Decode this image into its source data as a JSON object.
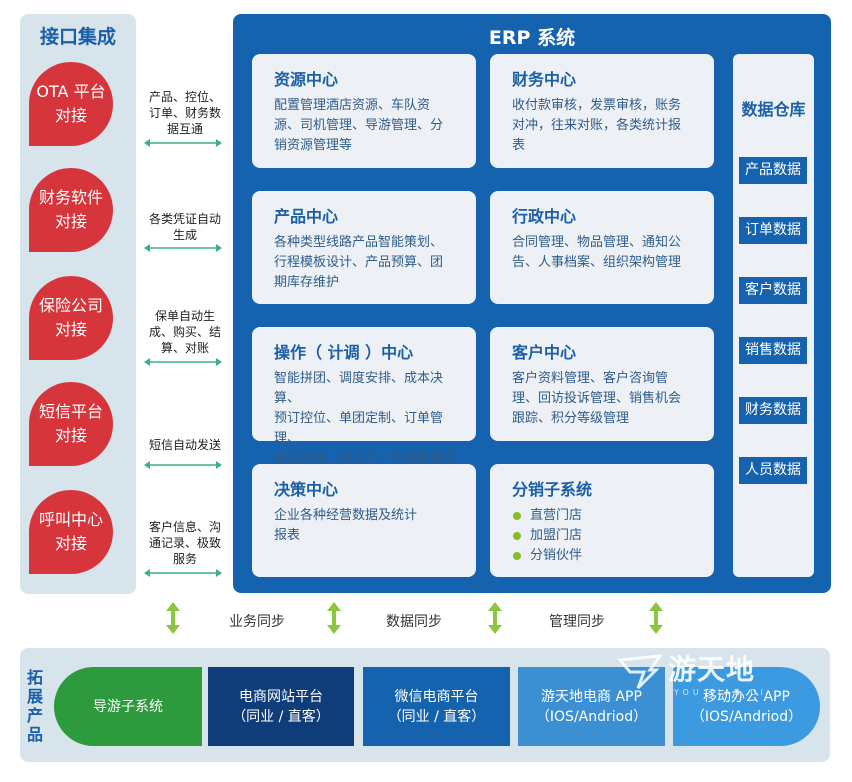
{
  "left_panel": {
    "title": "接口集成",
    "items": [
      {
        "line1": "OTA 平台",
        "line2": "对接"
      },
      {
        "line1": "财务软件",
        "line2": "对接"
      },
      {
        "line1": "保险公司",
        "line2": "对接"
      },
      {
        "line1": "短信平台",
        "line2": "对接"
      },
      {
        "line1": "呼叫中心",
        "line2": "对接"
      }
    ]
  },
  "connectors": [
    {
      "lines": [
        "产品、控位、",
        "订单、财务数",
        "据互通"
      ]
    },
    {
      "lines": [
        "各类凭证自动",
        "生成"
      ]
    },
    {
      "lines": [
        "保单自动生",
        "成、购买、结",
        "算、对账"
      ]
    },
    {
      "lines": [
        "短信自动发送"
      ]
    },
    {
      "lines": [
        "客户信息、沟",
        "通记录、极致",
        "服务"
      ]
    }
  ],
  "erp": {
    "title": "ERP 系统",
    "modules": [
      {
        "title": "资源中心",
        "lines": [
          "配置管理酒店资源、车队资",
          "源、司机管理、导游管理、分",
          "销资源管理等"
        ]
      },
      {
        "title": "财务中心",
        "lines": [
          "收付款审核，发票审核，账务",
          "对冲，往来对账，各类统计报",
          "表"
        ]
      },
      {
        "title": "产品中心",
        "lines": [
          "各种类型线路产品智能策划、",
          "行程模板设计、产品预算、团",
          "期库存维护"
        ]
      },
      {
        "title": "行政中心",
        "lines": [
          "合同管理、物品管理、通知公",
          "告、人事档案、组织架构管理"
        ]
      },
      {
        "title": "操作（  计调  ）中心",
        "lines": [
          "智能拼团、调度安排、成本决算、",
          "预订控位、单团定制、订单管理、",
          "导游报账、确认件、收付款管理"
        ]
      },
      {
        "title": "客户中心",
        "lines": [
          "客户资料管理、客户咨询管",
          "理、回访投诉管理、销售机会",
          "跟踪、积分等级管理"
        ]
      },
      {
        "title": "决策中心",
        "lines": [
          "企业各种经营数据及统计",
          "报表"
        ]
      },
      {
        "title": "分销子系统",
        "bullets": [
          "直营门店",
          "加盟门店",
          "分销伙伴"
        ]
      }
    ]
  },
  "data_warehouse": {
    "title": "数据仓库",
    "items": [
      "产品数据",
      "订单数据",
      "客户数据",
      "销售数据",
      "财务数据",
      "人员数据"
    ]
  },
  "sync_labels": [
    "业务同步",
    "数据同步",
    "管理同步"
  ],
  "bottom": {
    "title_chars": [
      "拓",
      "展",
      "产",
      "品"
    ],
    "products": [
      {
        "line1": "导游子系统",
        "line2": ""
      },
      {
        "line1": "电商网站平台",
        "line2": "（同业 / 直客）"
      },
      {
        "line1": "微信电商平台",
        "line2": "（同业 / 直客）"
      },
      {
        "line1": "游天地电商 APP",
        "line2": "（IOS/Andriod）"
      },
      {
        "line1": "移动办公 APP",
        "line2": "（IOS/Andriod）"
      }
    ]
  },
  "watermark": {
    "text": "游天地",
    "sub": "YOU TIAN DI"
  },
  "colors": {
    "primary_blue": "#1563ae",
    "dark_navy": "#0e3d7a",
    "red": "#d6353c",
    "green": "#2e9a3e",
    "arrow_green": "#8cc63f",
    "arrow_teal": "#3fae8f",
    "panel_bg": "#d7e4ec",
    "card_bg": "#edf1f5"
  }
}
